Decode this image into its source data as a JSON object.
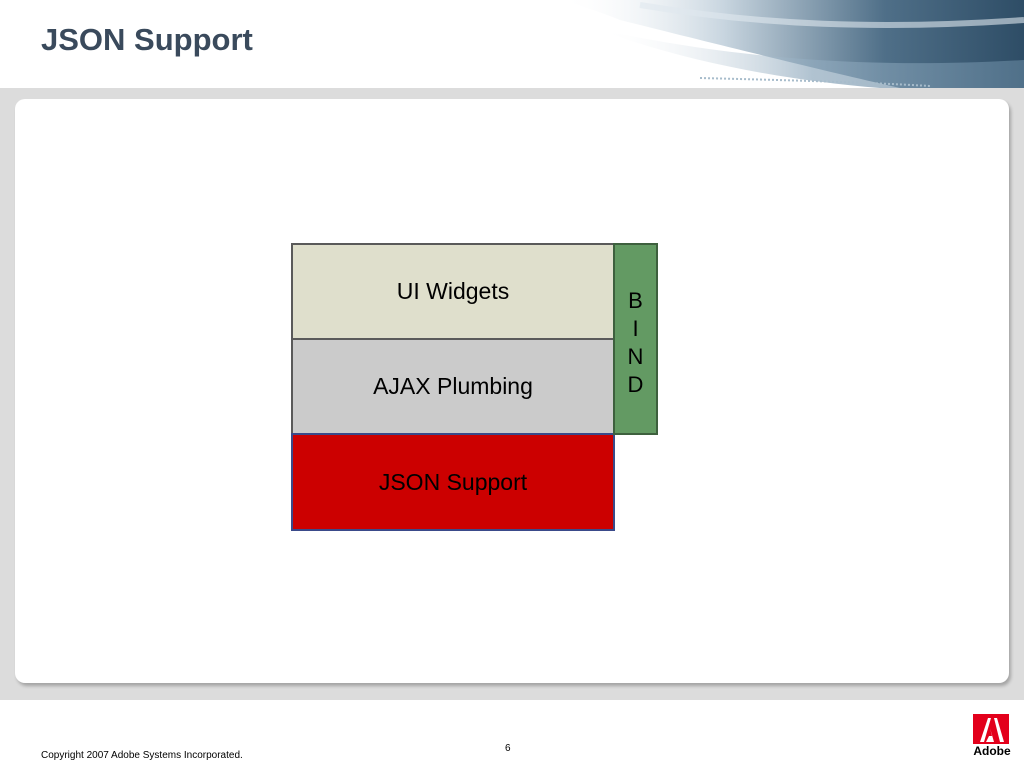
{
  "slide": {
    "title": "JSON Support",
    "page_number": "6",
    "copyright": "Copyright 2007 Adobe Systems Incorporated."
  },
  "diagram": {
    "layers": [
      "UI Widgets",
      "AJAX Plumbing",
      "JSON Support"
    ],
    "bind_letters": [
      "B",
      "I",
      "N",
      "D"
    ]
  },
  "logo": {
    "wordmark": "Adobe"
  },
  "colors": {
    "title": "#3a4a5c",
    "ui_widgets_fill": "#dfdfcc",
    "ajax_plumbing_fill": "#cbcbcb",
    "json_support_fill": "#cc0000",
    "bind_fill": "#639a63",
    "adobe_red": "#e3001b"
  }
}
